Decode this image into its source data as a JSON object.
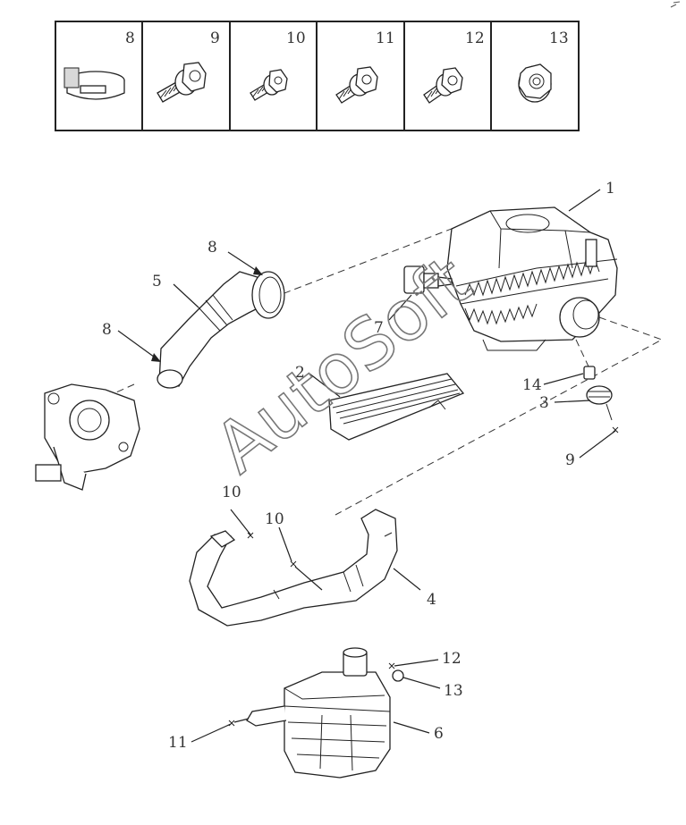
{
  "fastener_table": {
    "cells": [
      {
        "number": "8",
        "icon": "hose-clamp-icon"
      },
      {
        "number": "9",
        "icon": "flange-bolt-icon"
      },
      {
        "number": "10",
        "icon": "flange-bolt-icon"
      },
      {
        "number": "11",
        "icon": "flange-bolt-icon"
      },
      {
        "number": "12",
        "icon": "flange-bolt-icon"
      },
      {
        "number": "13",
        "icon": "flange-nut-icon"
      }
    ]
  },
  "callouts": {
    "c1": "1",
    "c2": "2",
    "c3": "3",
    "c4": "4",
    "c5": "5",
    "c6": "6",
    "c7": "7",
    "c8a": "8",
    "c8b": "8",
    "c9": "9",
    "c10a": "10",
    "c10b": "10",
    "c11": "11",
    "c12": "12",
    "c13": "13",
    "c14": "14"
  },
  "watermark": "AutoSoft"
}
